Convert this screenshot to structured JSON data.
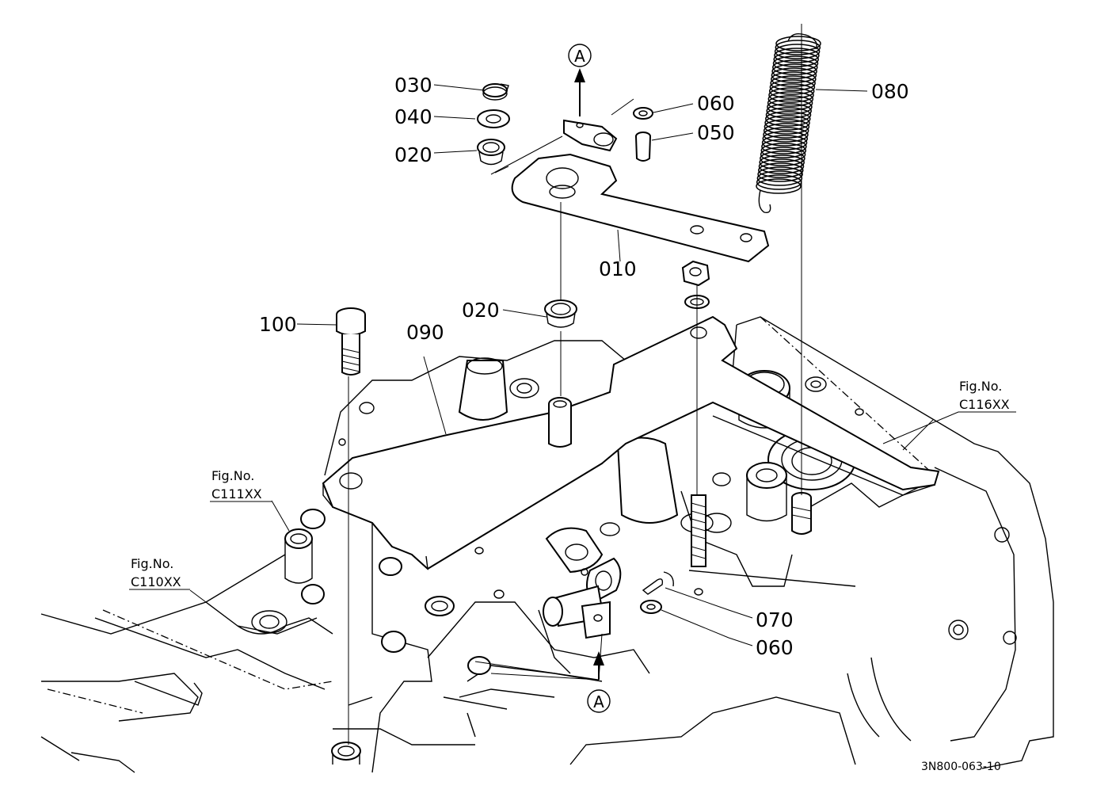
{
  "diagram": {
    "part_labels": [
      {
        "id": "010",
        "text": "010"
      },
      {
        "id": "020a",
        "text": "020"
      },
      {
        "id": "020b",
        "text": "020"
      },
      {
        "id": "030",
        "text": "030"
      },
      {
        "id": "040",
        "text": "040"
      },
      {
        "id": "050",
        "text": "050"
      },
      {
        "id": "060a",
        "text": "060"
      },
      {
        "id": "060b",
        "text": "060"
      },
      {
        "id": "070",
        "text": "070"
      },
      {
        "id": "080",
        "text": "080"
      },
      {
        "id": "090",
        "text": "090"
      },
      {
        "id": "100",
        "text": "100"
      }
    ],
    "figure_refs": [
      {
        "id": "c110",
        "line1": "Fig.No.",
        "line2": "C110XX"
      },
      {
        "id": "c111",
        "line1": "Fig.No.",
        "line2": "C111XX"
      },
      {
        "id": "c116",
        "line1": "Fig.No.",
        "line2": "C116XX"
      }
    ],
    "connector_marks": [
      {
        "id": "top",
        "text": "A"
      },
      {
        "id": "bottom",
        "text": "A"
      }
    ],
    "drawing_code": "3N800-063-10"
  }
}
